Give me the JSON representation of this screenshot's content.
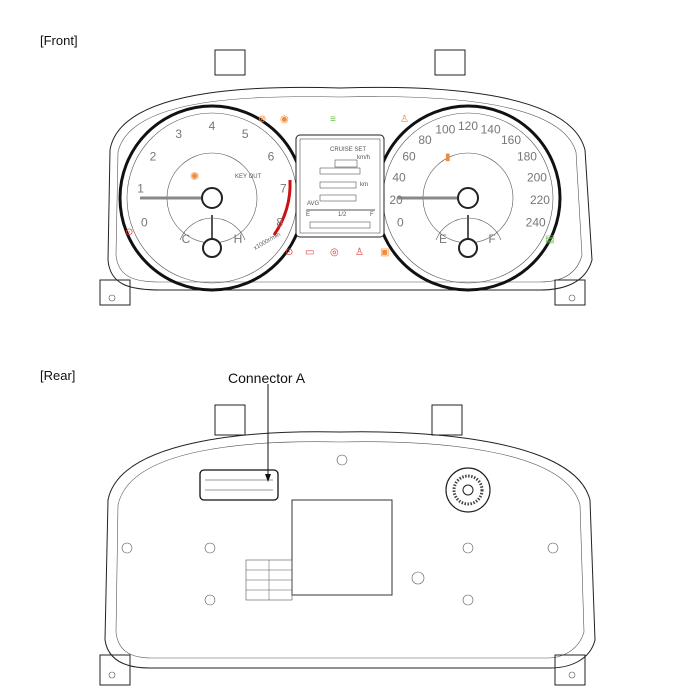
{
  "front": {
    "label": "[Front]",
    "tachometer": {
      "numbers": [
        "0",
        "1",
        "2",
        "3",
        "4",
        "5",
        "6",
        "7",
        "8"
      ],
      "unit": "x1000r/min",
      "temp_cold": "C",
      "temp_hot": "H",
      "key_out": "KEY OUT"
    },
    "speedometer": {
      "numbers": [
        "0",
        "20",
        "40",
        "60",
        "80",
        "100",
        "120",
        "140",
        "160",
        "180",
        "200",
        "220",
        "240"
      ],
      "fuel_empty": "E",
      "fuel_full": "F"
    },
    "lcd": {
      "cruise": "CRUISE SET",
      "speed_unit": "km/h",
      "distance_unit": "km",
      "avg": "AVG",
      "scale_start": "E",
      "scale_mid": "1/2",
      "scale_end": "F"
    },
    "colors": {
      "warning_orange": "#f08a3c",
      "warning_red": "#e23b3b",
      "indicator_green": "#6cc04a",
      "redline": "#cc1111"
    }
  },
  "rear": {
    "label": "[Rear]",
    "callout": "Connector A"
  }
}
